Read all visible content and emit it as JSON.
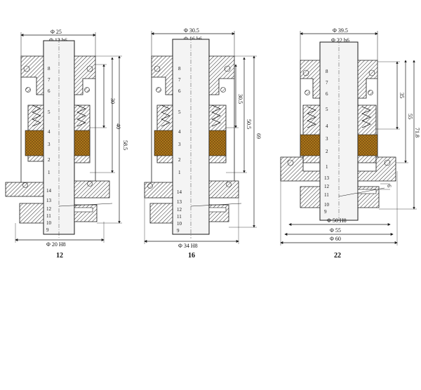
{
  "colors": {
    "line": "#1a1a1a",
    "hatch": "#2a2a2a",
    "packing": "#b07a1a",
    "packing_dark": "#6d4510",
    "paper": "#ffffff",
    "shaft_fill": "#f4f4f4"
  },
  "seals": [
    {
      "caption": "12",
      "dims": {
        "top_outer": "Φ 25",
        "top_inner": "Φ 12 h6",
        "bottom": "Φ 20 H8",
        "right_a": "30",
        "right_b": "40",
        "right_c": "58.5"
      },
      "part_numbers": [
        "8",
        "7",
        "6",
        "5",
        "4",
        "3",
        "2",
        "1",
        "14",
        "13",
        "12",
        "11",
        "10",
        "9"
      ]
    },
    {
      "caption": "16",
      "dims": {
        "top_outer": "Φ 30.5",
        "top_inner": "Φ 16 h6",
        "bottom": "Φ 34 H8",
        "right_a": "30.5",
        "right_b": "50.5",
        "right_c": "69"
      },
      "part_numbers": [
        "8",
        "7",
        "6",
        "5",
        "4",
        "3",
        "2",
        "1",
        "14",
        "13",
        "12",
        "11",
        "10",
        "9"
      ]
    },
    {
      "caption": "22",
      "dims": {
        "top_outer": "Φ 39.5",
        "top_inner": "Φ 22 h6",
        "bottom_a": "Φ 50 H8",
        "bottom_b": "Φ 55",
        "bottom_c": "Φ 60",
        "right_a": "35",
        "right_b": "55",
        "right_c": "71.8",
        "right_small": "6"
      },
      "part_numbers": [
        "8",
        "7",
        "6",
        "5",
        "4",
        "3",
        "2",
        "1",
        "13",
        "12",
        "11",
        "10",
        "9"
      ]
    }
  ]
}
